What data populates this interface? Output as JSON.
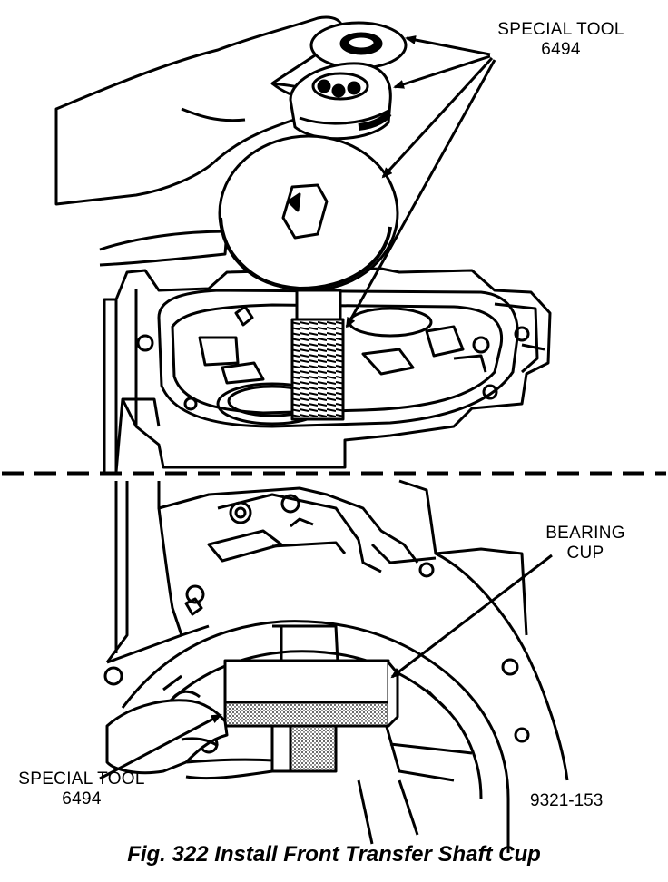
{
  "callouts": {
    "top_tool": {
      "line1": "SPECIAL TOOL",
      "line2": "6494"
    },
    "bearing_cup": {
      "line1": "BEARING",
      "line2": "CUP"
    },
    "bottom_tool": {
      "line1": "SPECIAL TOOL",
      "line2": "6494"
    }
  },
  "reference_number": "9321-153",
  "caption": "Fig. 322 Install Front Transfer Shaft Cup",
  "colors": {
    "ink": "#000000",
    "paper": "#ffffff",
    "stipple": "#808080"
  }
}
